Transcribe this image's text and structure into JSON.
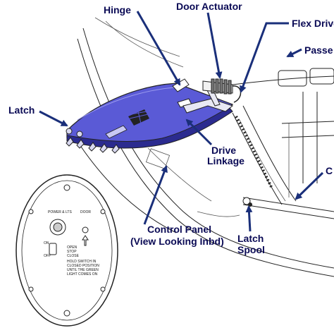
{
  "labels": {
    "hinge": "Hinge",
    "door_actuator": "Door Actuator",
    "flex_drive": "Flex Drive",
    "passenger": "Passe",
    "latch": "Latch",
    "drive_linkage_1": "Drive",
    "drive_linkage_2": "Linkage",
    "control_panel_1": "Control Panel",
    "control_panel_2": "(View Looking Inbd)",
    "latch_spool_1": "Latch",
    "latch_spool_2": "Spool",
    "c_label": "C"
  },
  "panel_text": {
    "power_lts": "POWER & LTS",
    "door": "DOOR",
    "on": "ON",
    "off": "OFF",
    "open": "OPEN",
    "stop": "STOP",
    "close": "CLOSE",
    "hold_1": "HOLD SWITCH IN",
    "hold_2": "CLOSED POSITION",
    "hold_3": "UNTIL THE GREEN",
    "hold_4": "LIGHT COMES ON"
  },
  "colors": {
    "label_text": "#0a0a55",
    "arrow": "#1a2f7a",
    "door_fill": "#5a5ad6",
    "door_shade": "#2b2b8f",
    "line_art": "#222222"
  }
}
